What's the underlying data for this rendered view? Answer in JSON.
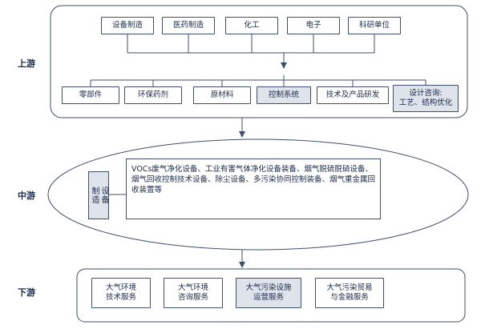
{
  "stages": {
    "upstream": "上游",
    "midstream": "中游",
    "downstream": "下游"
  },
  "upstream": {
    "top_row": [
      "设备制造",
      "医药制造",
      "化工",
      "电子",
      "科研单位"
    ],
    "bottom_row": [
      "零部件",
      "环保药剂",
      "原材料",
      "控制系统",
      "技术及产品研发",
      "设计咨询:\n工艺、结构优化"
    ]
  },
  "midstream": {
    "label": "设备\n制造",
    "content": "VOCs废气净化设备、工业有害气体净化设备装备、烟气脱硫脱硝设备、烟气回收控制技术设备、除尘设备、多污染协同控制装备、烟气重金属回收装置等"
  },
  "downstream": {
    "items": [
      "大气环境\n技术服务",
      "大气环境\n咨询服务",
      "大气污染设施\n运营服务",
      "大气污染贸易\n与金融服务"
    ]
  }
}
